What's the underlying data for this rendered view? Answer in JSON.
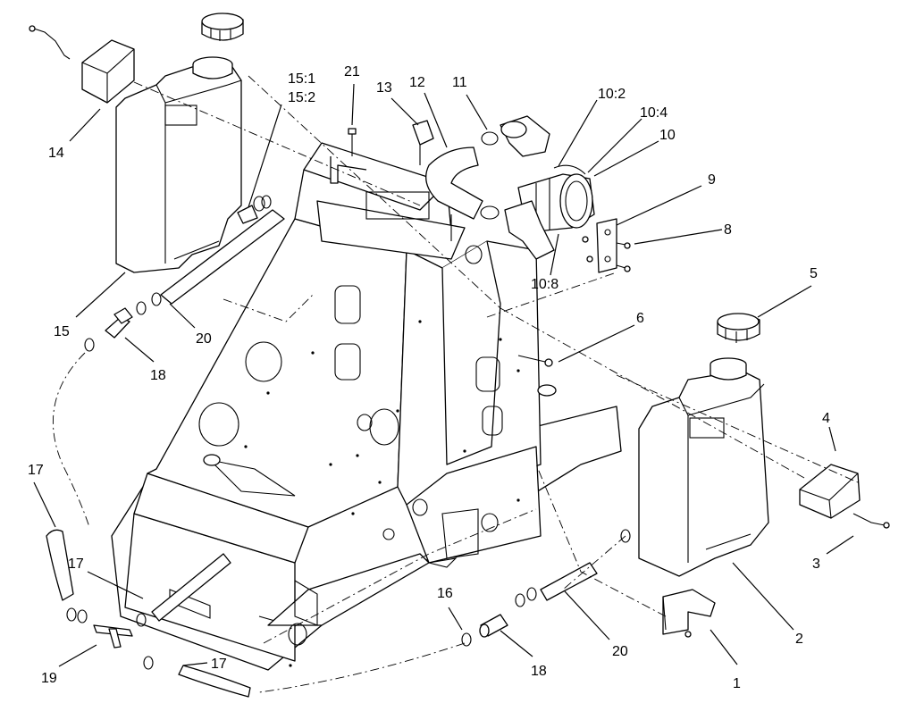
{
  "labels": [
    {
      "id": "1",
      "text": "1"
    },
    {
      "id": "2",
      "text": "2"
    },
    {
      "id": "3",
      "text": "3"
    },
    {
      "id": "4",
      "text": "4"
    },
    {
      "id": "5",
      "text": "5"
    },
    {
      "id": "6",
      "text": "6"
    },
    {
      "id": "8",
      "text": "8"
    },
    {
      "id": "9",
      "text": "9"
    },
    {
      "id": "10",
      "text": "10"
    },
    {
      "id": "10_2",
      "text": "10:2"
    },
    {
      "id": "10_4",
      "text": "10:4"
    },
    {
      "id": "10_8",
      "text": "10:8"
    },
    {
      "id": "11",
      "text": "11"
    },
    {
      "id": "12",
      "text": "12"
    },
    {
      "id": "13",
      "text": "13"
    },
    {
      "id": "14",
      "text": "14"
    },
    {
      "id": "15",
      "text": "15"
    },
    {
      "id": "15_1",
      "text": "15:1"
    },
    {
      "id": "15_2",
      "text": "15:2"
    },
    {
      "id": "16",
      "text": "16"
    },
    {
      "id": "17a",
      "text": "17"
    },
    {
      "id": "17b",
      "text": "17"
    },
    {
      "id": "17c",
      "text": "17"
    },
    {
      "id": "18a",
      "text": "18"
    },
    {
      "id": "18b",
      "text": "18"
    },
    {
      "id": "19",
      "text": "19"
    },
    {
      "id": "20a",
      "text": "20"
    },
    {
      "id": "20b",
      "text": "20"
    },
    {
      "id": "21",
      "text": "21"
    }
  ]
}
